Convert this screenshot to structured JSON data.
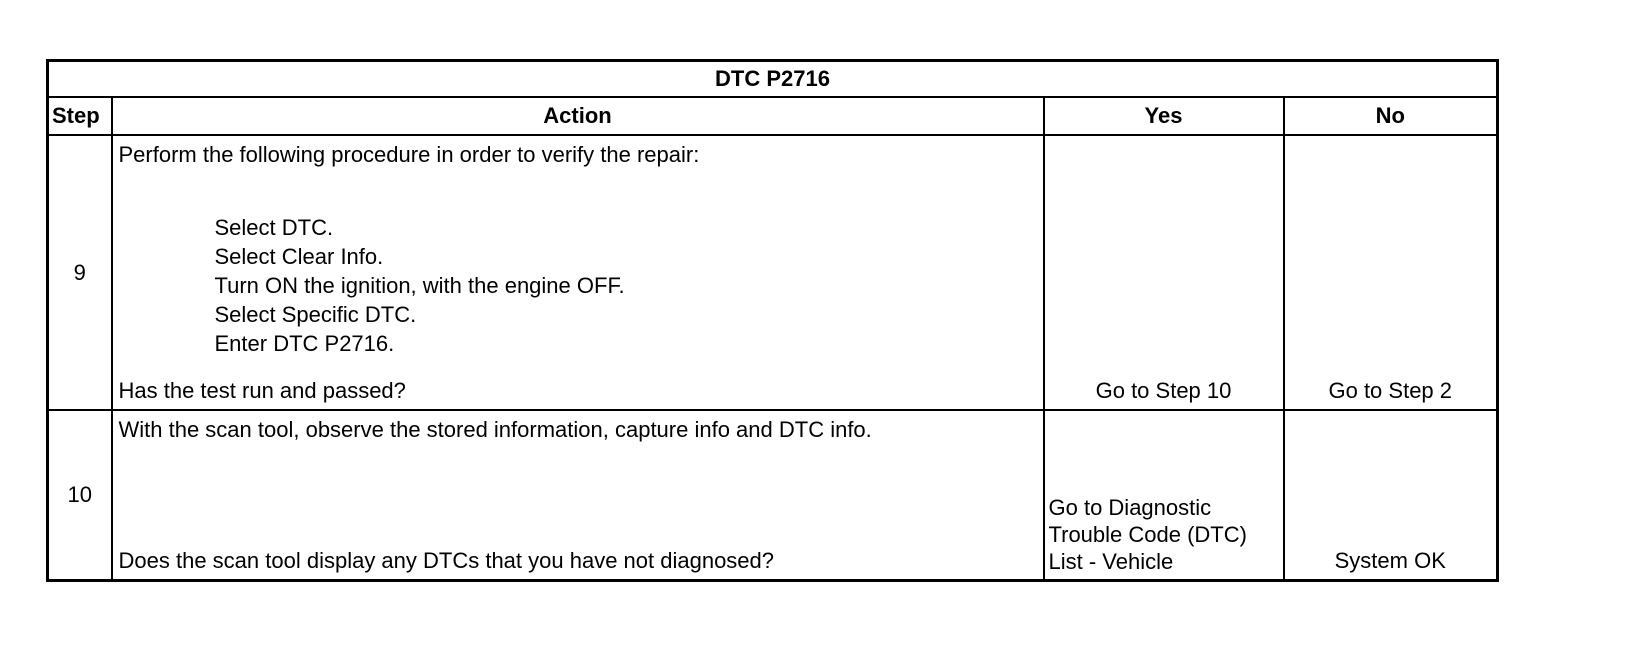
{
  "table": {
    "title": "DTC P2716",
    "headers": {
      "step": "Step",
      "action": "Action",
      "yes": "Yes",
      "no": "No"
    },
    "rows": [
      {
        "step": "9",
        "action_intro": "Perform the following procedure in order to verify the repair:",
        "action_items": [
          "Select DTC.",
          "Select Clear Info.",
          "Turn ON the ignition, with the engine OFF.",
          "Select Specific DTC.",
          "Enter DTC P2716."
        ],
        "action_question": "Has the test run and passed?",
        "yes": "Go to Step 10",
        "no": "Go to Step 2"
      },
      {
        "step": "10",
        "action_intro": "With the scan tool, observe the stored information, capture info and DTC info.",
        "action_question": "Does the scan tool display any DTCs that you have not diagnosed?",
        "yes_lines": [
          "Go to Diagnostic",
          "Trouble Code (DTC)",
          "List - Vehicle"
        ],
        "no": "System OK"
      }
    ]
  }
}
